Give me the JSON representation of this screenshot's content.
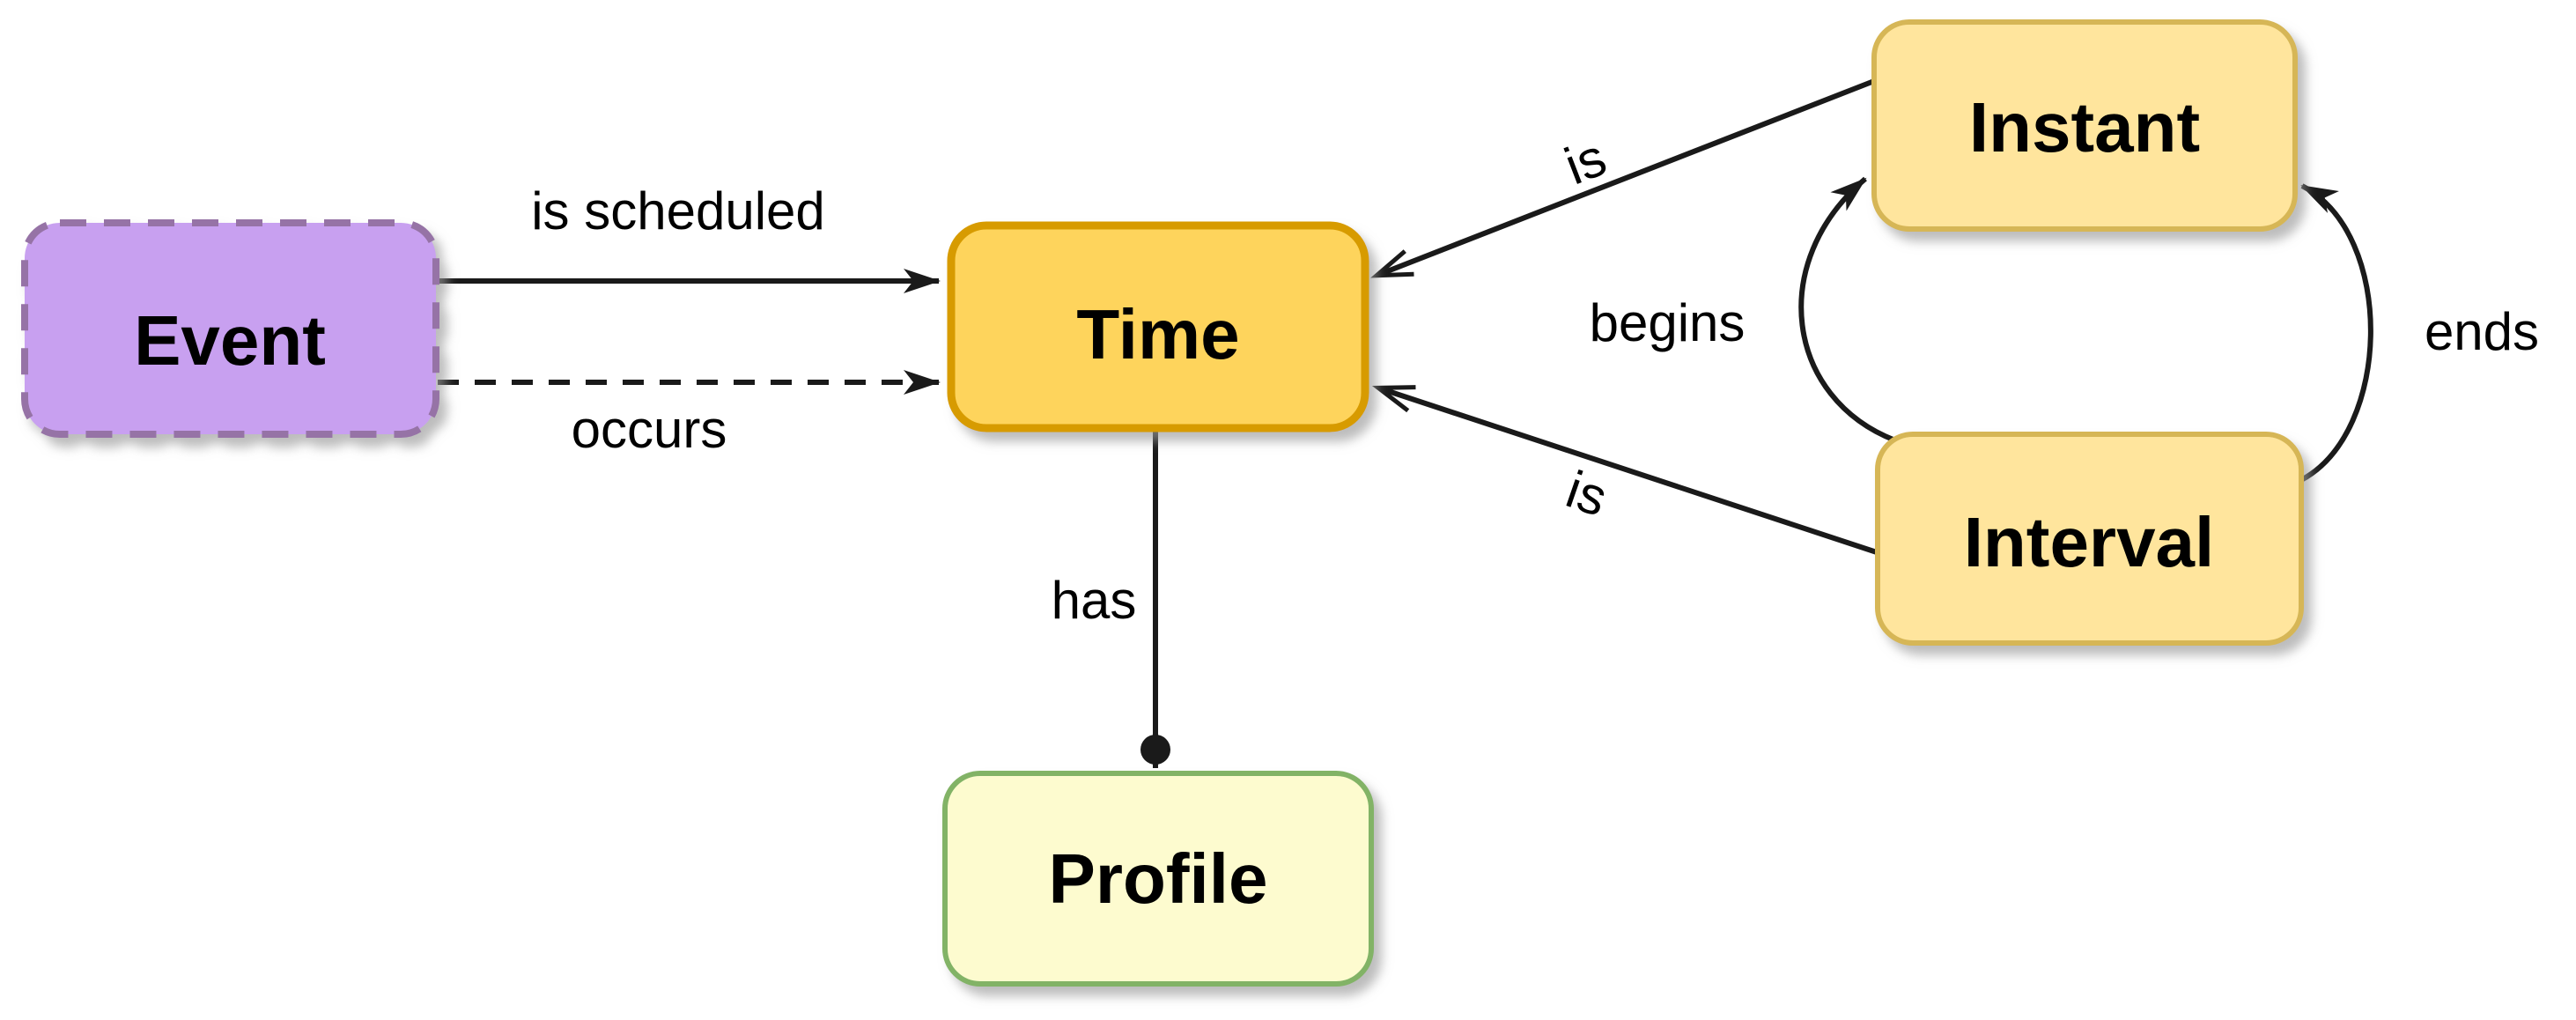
{
  "diagram": {
    "title": "time-ontology-diagram",
    "background": "#ffffff",
    "line_color": "#1a1a1a",
    "text_color": "#000000",
    "nodes": {
      "event": {
        "label": "Event",
        "fill": "#c8a0f0",
        "border": "#9673a6",
        "border_style": "dashed"
      },
      "time": {
        "label": "Time",
        "fill": "#fed45c",
        "border": "#d79b00",
        "border_style": "solid"
      },
      "instant": {
        "label": "Instant",
        "fill": "#ffe59d",
        "border": "#d6b656",
        "border_style": "solid"
      },
      "interval": {
        "label": "Interval",
        "fill": "#ffe59d",
        "border": "#d6b656",
        "border_style": "solid"
      },
      "profile": {
        "label": "Profile",
        "fill": "#fdfbcf",
        "border": "#82b366",
        "border_style": "solid"
      }
    },
    "edges": {
      "is_scheduled": {
        "label": "is scheduled",
        "from": "event",
        "to": "time",
        "line": "solid",
        "arrow": "filled"
      },
      "occurs": {
        "label": "occurs",
        "from": "event",
        "to": "time",
        "line": "dashed",
        "arrow": "filled"
      },
      "is_instant": {
        "label": "is",
        "from": "instant",
        "to": "time",
        "line": "solid",
        "arrow": "open"
      },
      "is_interval": {
        "label": "is",
        "from": "interval",
        "to": "time",
        "line": "solid",
        "arrow": "open"
      },
      "begins": {
        "label": "begins",
        "from": "interval",
        "to": "instant",
        "line": "solid",
        "arrow": "filled"
      },
      "ends": {
        "label": "ends",
        "from": "interval",
        "to": "instant",
        "line": "solid",
        "arrow": "filled"
      },
      "has": {
        "label": "has",
        "from": "time",
        "to": "profile",
        "line": "solid",
        "arrow": "oval"
      }
    }
  }
}
